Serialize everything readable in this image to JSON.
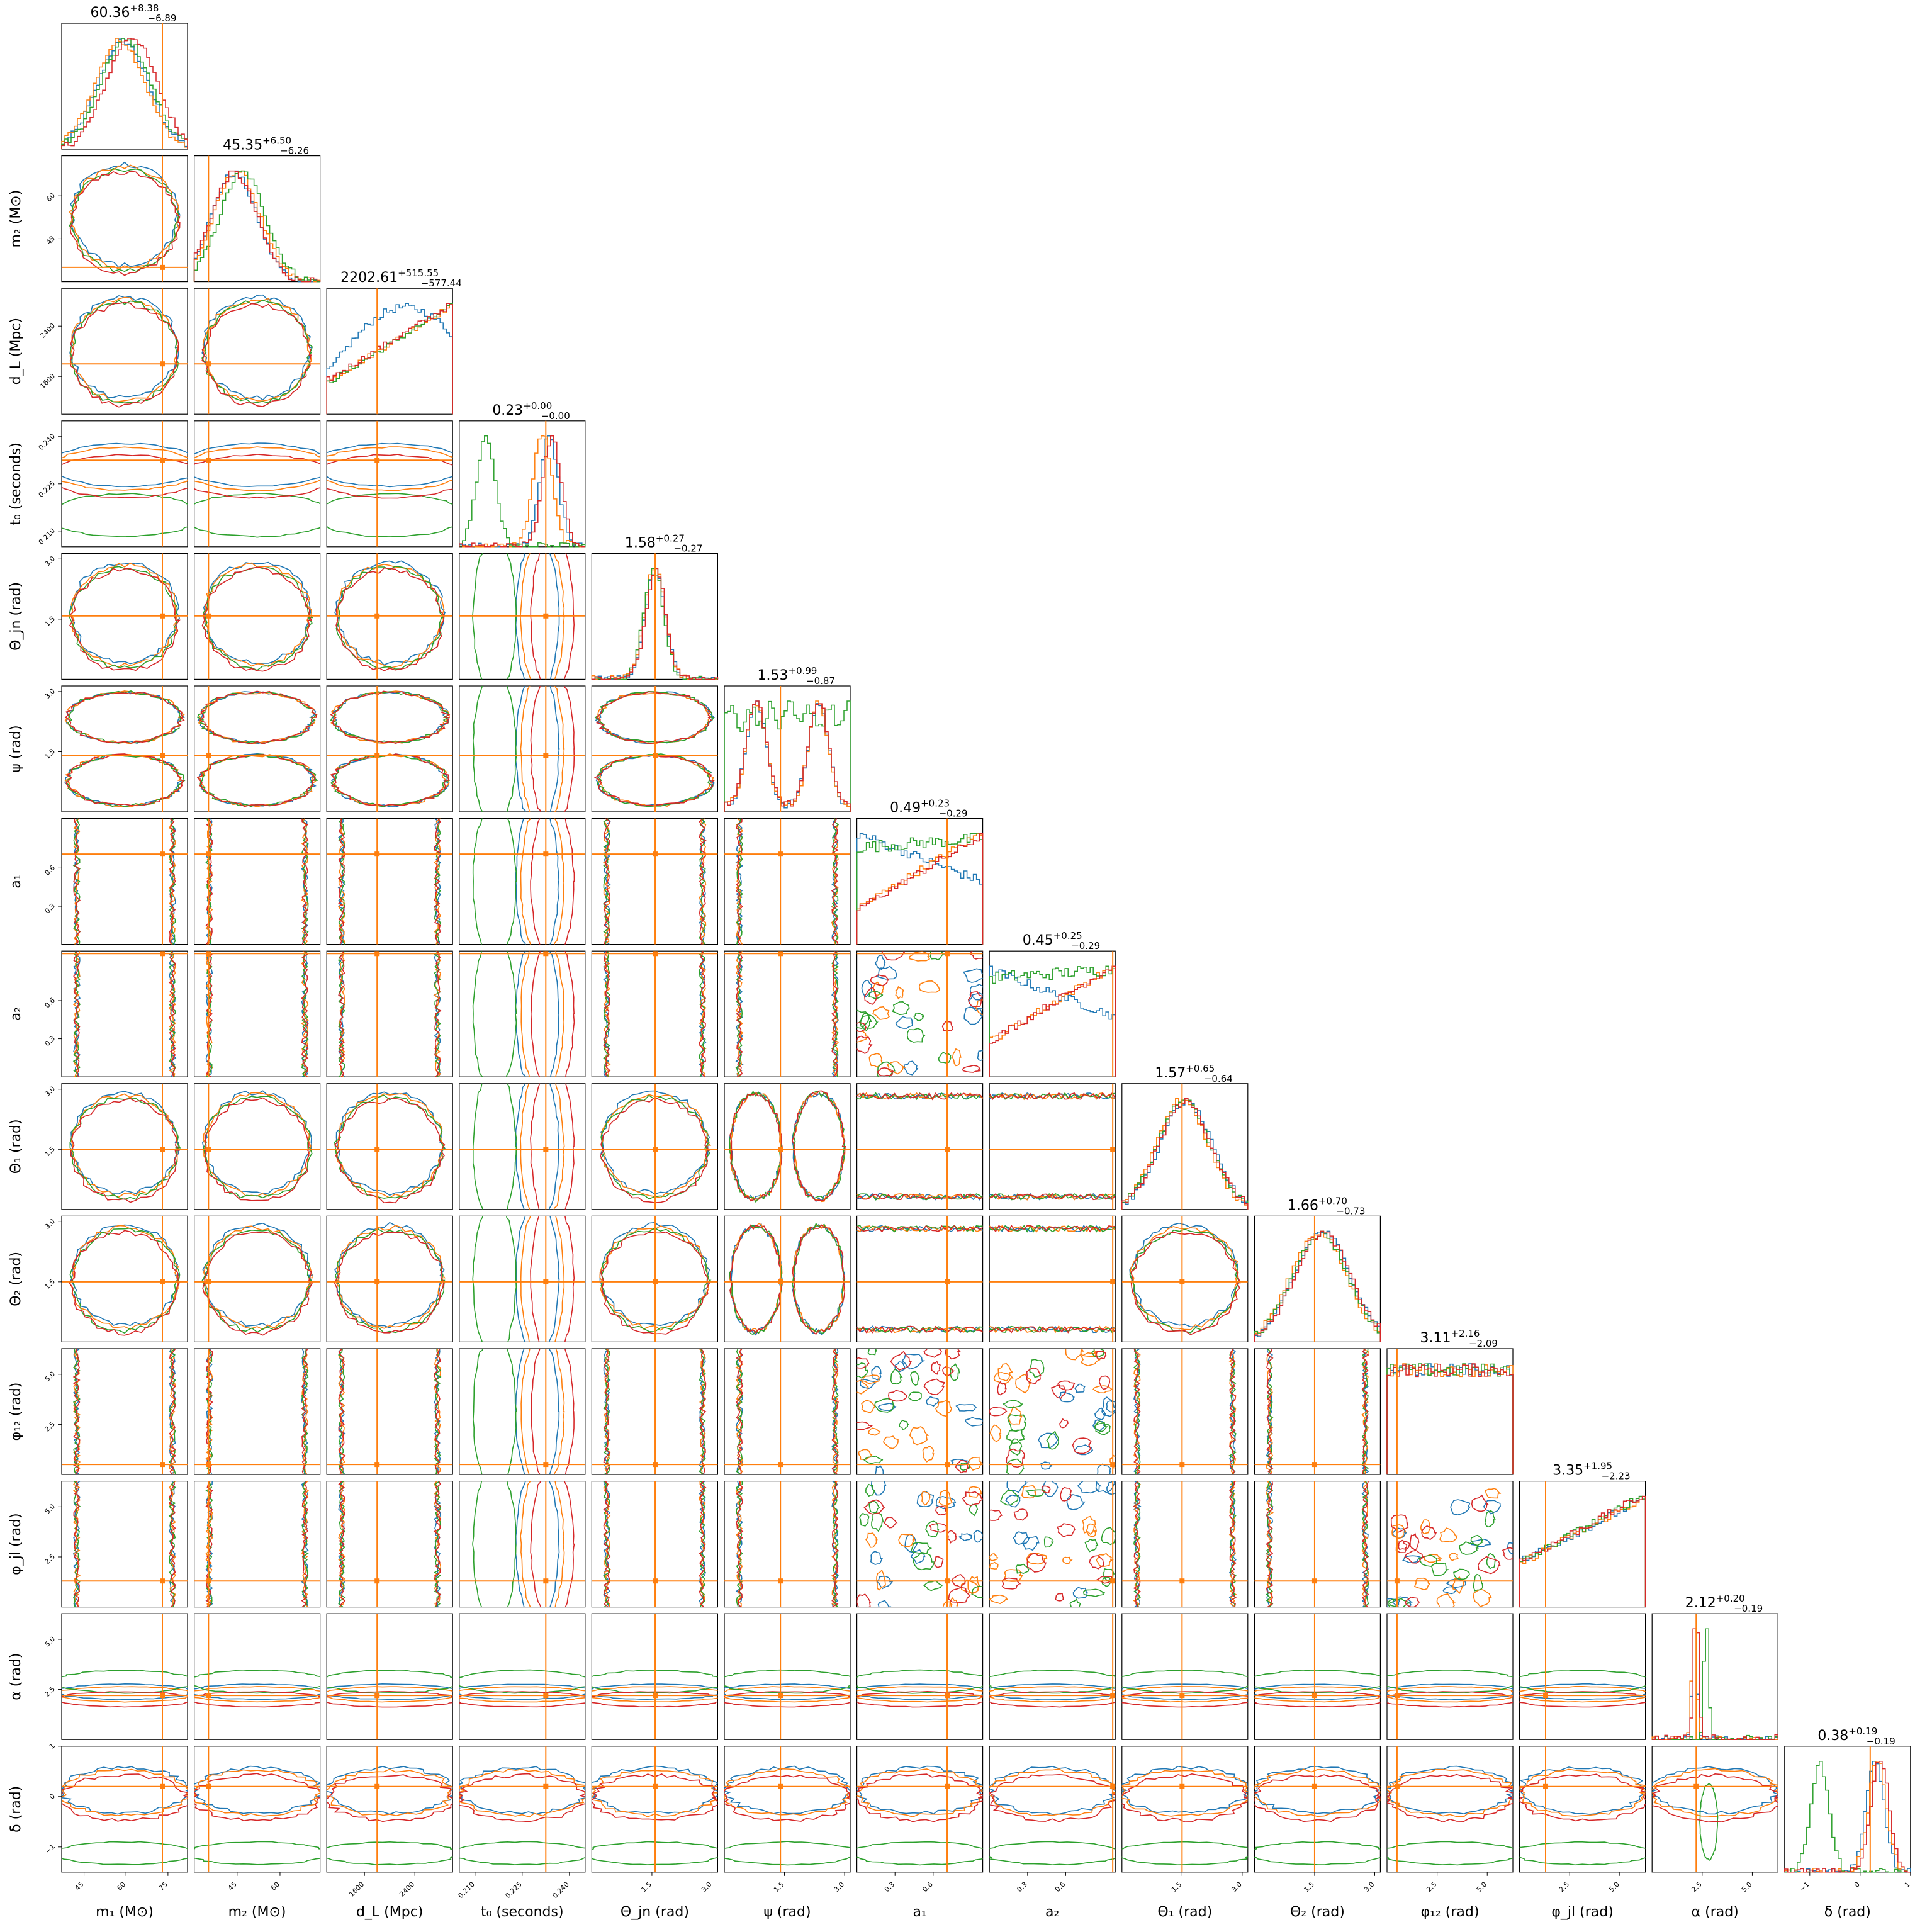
{
  "chart_data": {
    "type": "corner",
    "colors": {
      "blue": "#1f77b4",
      "orange": "#ff7f0e",
      "green": "#2ca02c",
      "red": "#d62728",
      "truth": "#ff7f0e"
    },
    "params": [
      {
        "key": "m1",
        "label": "m₁ (M⊙)",
        "range": [
          37,
          82
        ],
        "ticks": [
          45,
          60,
          75
        ],
        "tick_labels": [
          "45",
          "60",
          "75"
        ],
        "truth": 73,
        "title": {
          "value": "60.36",
          "plus": "+8.38",
          "minus": "−6.89"
        },
        "hist": "gauss",
        "centers": [
          59,
          58,
          60,
          62
        ],
        "width": 9
      },
      {
        "key": "m2",
        "label": "m₂ (M⊙)",
        "range": [
          30,
          74
        ],
        "ticks": [
          45,
          60
        ],
        "tick_labels": [
          "45",
          "60"
        ],
        "truth": 35,
        "title": {
          "value": "45.35",
          "plus": "+6.50",
          "minus": "−6.26"
        },
        "hist": "gauss",
        "centers": [
          44,
          45,
          47,
          44
        ],
        "width": 8
      },
      {
        "key": "dL",
        "label": "d_L (Mpc)",
        "range": [
          1000,
          3000
        ],
        "ticks": [
          1600,
          2400
        ],
        "tick_labels": [
          "1600",
          "2400"
        ],
        "truth": 1800,
        "title": {
          "value": "2202.61",
          "plus": "+515.55",
          "minus": "−577.44"
        },
        "hist": "rising",
        "centers": [
          0.6,
          0.95,
          1.0,
          0.9
        ],
        "width": 0
      },
      {
        "key": "t0",
        "label": "t₀ (seconds)",
        "range": [
          0.205,
          0.245
        ],
        "ticks": [
          0.21,
          0.225,
          0.24
        ],
        "tick_labels": [
          "0.210",
          "0.225",
          "0.240"
        ],
        "truth": 0.2325,
        "title": {
          "value": "0.23",
          "plus": "+0.00",
          "minus": "−0.00"
        },
        "hist": "gauss",
        "centers": [
          0.2335,
          0.2315,
          0.2135,
          0.2345
        ],
        "width": 0.003
      },
      {
        "key": "theta_jn",
        "label": "Θ_jn (rad)",
        "range": [
          0,
          3.14
        ],
        "ticks": [
          1.5,
          3.0
        ],
        "tick_labels": [
          "1.5",
          "3.0"
        ],
        "truth": 1.58,
        "title": {
          "value": "1.58",
          "plus": "+0.27",
          "minus": "−0.27"
        },
        "hist": "gauss",
        "centers": [
          1.58,
          1.58,
          1.55,
          1.6
        ],
        "width": 0.25
      },
      {
        "key": "psi",
        "label": "ψ (rad)",
        "range": [
          0,
          3.14
        ],
        "ticks": [
          1.5,
          3.0
        ],
        "tick_labels": [
          "1.5",
          "3.0"
        ],
        "truth": 1.4,
        "title": {
          "value": "1.53",
          "plus": "+0.99",
          "minus": "−0.87"
        },
        "hist": "bimodal",
        "centers": [
          0.8,
          2.35,
          0,
          0
        ],
        "width": 0.25
      },
      {
        "key": "a1",
        "label": "a₁",
        "range": [
          0,
          0.99
        ],
        "ticks": [
          0.3,
          0.6
        ],
        "tick_labels": [
          "0.3",
          "0.6"
        ],
        "truth": 0.71,
        "title": {
          "value": "0.49",
          "plus": "+0.23",
          "minus": "−0.29"
        },
        "hist": "linear",
        "centers": [
          0,
          0,
          0,
          0
        ],
        "width": 0
      },
      {
        "key": "a2",
        "label": "a₂",
        "range": [
          0,
          0.99
        ],
        "ticks": [
          0.3,
          0.6
        ],
        "tick_labels": [
          "0.3",
          "0.6"
        ],
        "truth": 0.97,
        "title": {
          "value": "0.45",
          "plus": "+0.25",
          "minus": "−0.29"
        },
        "hist": "linear",
        "centers": [
          0,
          0,
          0,
          0
        ],
        "width": 0
      },
      {
        "key": "theta1",
        "label": "Θ₁ (rad)",
        "range": [
          0,
          3.14
        ],
        "ticks": [
          1.5,
          3.0
        ],
        "tick_labels": [
          "1.5",
          "3.0"
        ],
        "truth": 1.5,
        "title": {
          "value": "1.57",
          "plus": "+0.65",
          "minus": "−0.64"
        },
        "hist": "gauss",
        "centers": [
          1.6,
          1.5,
          1.55,
          1.58
        ],
        "width": 0.65
      },
      {
        "key": "theta2",
        "label": "Θ₂ (rad)",
        "range": [
          0,
          3.14
        ],
        "ticks": [
          1.5,
          3.0
        ],
        "tick_labels": [
          "1.5",
          "3.0"
        ],
        "truth": 1.5,
        "title": {
          "value": "1.66",
          "plus": "+0.70",
          "minus": "−0.73"
        },
        "hist": "gauss",
        "centers": [
          1.7,
          1.6,
          1.65,
          1.7
        ],
        "width": 0.7
      },
      {
        "key": "phi12",
        "label": "φ₁₂ (rad)",
        "range": [
          0,
          6.28
        ],
        "ticks": [
          2.5,
          5.0
        ],
        "tick_labels": [
          "2.5",
          "5.0"
        ],
        "truth": 0.5,
        "title": {
          "value": "3.11",
          "plus": "+2.16",
          "minus": "−2.09"
        },
        "hist": "flat",
        "centers": [
          0,
          0,
          0,
          0
        ],
        "width": 0
      },
      {
        "key": "phijl",
        "label": "φ_jl (rad)",
        "range": [
          0,
          6.28
        ],
        "ticks": [
          2.5,
          5.0
        ],
        "tick_labels": [
          "2.5",
          "5.0"
        ],
        "truth": 1.3,
        "title": {
          "value": "3.35",
          "plus": "+1.95",
          "minus": "−2.23"
        },
        "hist": "rising",
        "centers": [
          0.55,
          0.6,
          0.62,
          0.58
        ],
        "width": 0
      },
      {
        "key": "alpha",
        "label": "α (rad)",
        "range": [
          0,
          6.28
        ],
        "ticks": [
          2.5,
          5.0
        ],
        "tick_labels": [
          "2.5",
          "5.0"
        ],
        "truth": 2.2,
        "title": {
          "value": "2.12",
          "plus": "+0.20",
          "minus": "−0.19"
        },
        "hist": "gauss",
        "centers": [
          2.12,
          2.1,
          2.7,
          2.2
        ],
        "width": 0.12
      },
      {
        "key": "delta",
        "label": "δ (rad)",
        "range": [
          -1.5,
          1.0
        ],
        "ticks": [
          -1,
          0,
          1
        ],
        "tick_labels": [
          "−1",
          "0",
          "1"
        ],
        "truth": 0.2,
        "title": {
          "value": "0.38",
          "plus": "+0.19",
          "minus": "−0.19"
        },
        "hist": "gauss",
        "centers": [
          0.3,
          0.35,
          -0.8,
          0.4
        ],
        "width": 0.18
      }
    ]
  }
}
